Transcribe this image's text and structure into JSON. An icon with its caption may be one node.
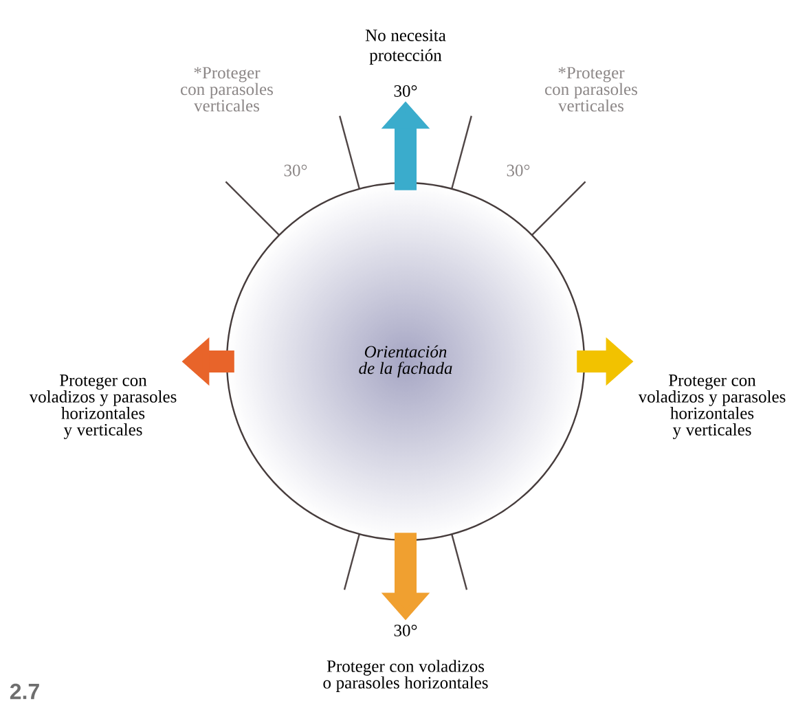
{
  "diagram": {
    "nodes": [
      {
        "text": [
          "No necesita protección",
          "30°"
        ]
      },
      {
        "text": [
          "Proteger con voladizos y parasoles horizontales y verticales"
        ]
      },
      {
        "text": [
          "Orientación de la fachada"
        ]
      },
      {
        "text": [
          "Proteger con voladizos y parasoles horizontales y verticales"
        ]
      },
      {
        "text": [
          "30°",
          "Proteger con voladizos o parasoles horizontales"
        ]
      }
    ],
    "edges": [
      {
        "from": 2,
        "to": 0,
        "arrow": "to",
        "color": "#3aaccc"
      },
      {
        "from": 2,
        "to": 1,
        "arrow": "to",
        "color": "#e8642a"
      },
      {
        "from": 2,
        "to": 3,
        "arrow": "to",
        "color": "#f2c200"
      },
      {
        "from": 2,
        "to": 4,
        "arrow": "to",
        "color": "#f0a030"
      }
    ],
    "labels": [
      "*Proteger con parasoles verticales",
      "*Proteger con parasoles verticales",
      "30°",
      "30°",
      "2.7"
    ]
  }
}
